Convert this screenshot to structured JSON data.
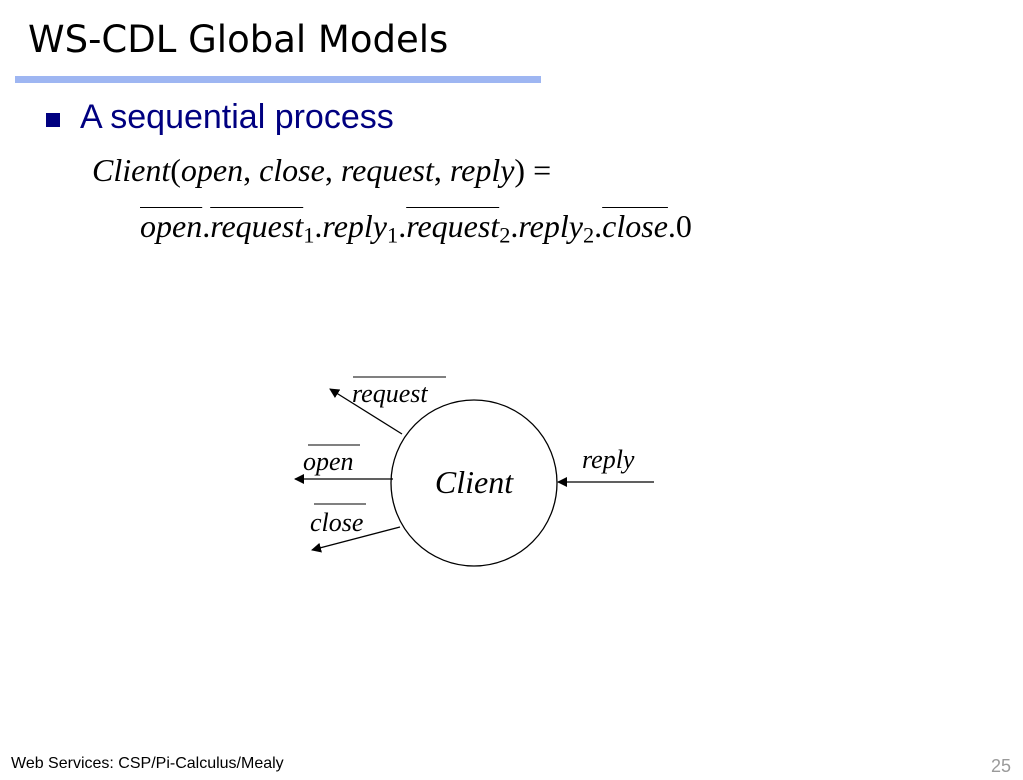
{
  "slide": {
    "title": "WS-CDL Global Models",
    "bullet": "A sequential process",
    "footer": "Web Services: CSP/Pi-Calculus/Mealy",
    "page_number": "25"
  },
  "equation": {
    "line1": {
      "name": "Client",
      "open_paren": "(",
      "args": [
        "open",
        "close",
        "request",
        "reply"
      ],
      "close_paren": ")",
      "equals": " ="
    },
    "line2": {
      "t1": "open",
      "t2": "request",
      "t2_sub": "1",
      "t3": "reply",
      "t3_sub": "1",
      "t4": "request",
      "t4_sub": "2",
      "t5": "reply",
      "t5_sub": "2",
      "t6": "close",
      "t7": "0"
    }
  },
  "diagram": {
    "node": "Client",
    "outgoing": [
      "request",
      "open",
      "close"
    ],
    "incoming": [
      "reply"
    ]
  }
}
